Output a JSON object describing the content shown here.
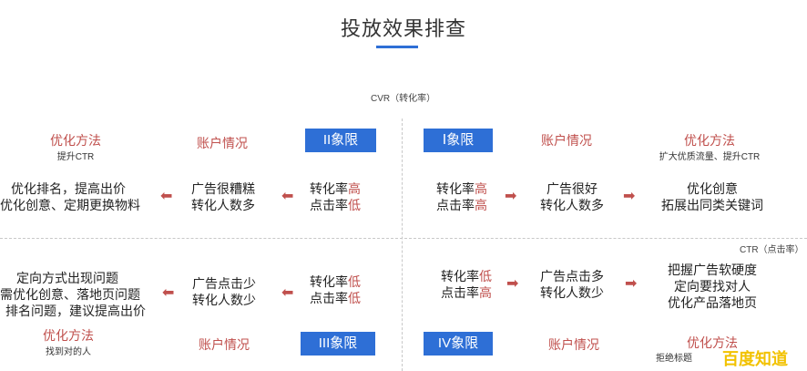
{
  "title": "投放效果排查",
  "axes": {
    "y_label": "CVR（转化率）",
    "x_label": "CTR（点击率）"
  },
  "q2": {
    "method_title": "优化方法",
    "method_sub": "提升CTR",
    "account_title": "账户情况",
    "badge": "II象限",
    "rate1_prefix": "转化率",
    "rate1_level": "高",
    "rate2_prefix": "点击率",
    "rate2_level": "低",
    "account_lines": [
      "广告很糟糕",
      "转化人数多"
    ],
    "method_lines": [
      "优化排名，提高出价",
      "优化创意、定期更换物料"
    ]
  },
  "q1": {
    "badge": "Ⅰ象限",
    "account_title": "账户情况",
    "method_title": "优化方法",
    "method_sub": "扩大优质流量、提升CTR",
    "rate1_prefix": "转化率",
    "rate1_level": "高",
    "rate2_prefix": "点击率",
    "rate2_level": "高",
    "account_lines": [
      "广告很好",
      "转化人数多"
    ],
    "method_lines": [
      "优化创意",
      "拓展出同类关键词"
    ]
  },
  "q3": {
    "method_lines": [
      "定向方式出现问题",
      "需优化创意、落地页问题",
      "排名问题，建议提高出价"
    ],
    "account_lines": [
      "广告点击少",
      "转化人数少"
    ],
    "rate1_prefix": "转化率",
    "rate1_level": "低",
    "rate2_prefix": "点击率",
    "rate2_level": "低",
    "method_title": "优化方法",
    "method_sub": "找到对的人",
    "account_title": "账户情况",
    "badge": "III象限"
  },
  "q4": {
    "rate1_prefix": "转化率",
    "rate1_level": "低",
    "rate2_prefix": "点击率",
    "rate2_level": "高",
    "account_lines": [
      "广告点击多",
      "转化人数少"
    ],
    "method_lines": [
      "把握广告软硬度",
      "定向要找对人",
      "优化产品落地页"
    ],
    "badge": "IV象限",
    "account_title": "账户情况",
    "method_title": "优化方法",
    "method_sub": "拒绝标题"
  },
  "watermark": "百度知道",
  "colors": {
    "accent_blue": "#2e6fd6",
    "accent_red": "#c0504d",
    "watermark": "#f2c200"
  },
  "icons": {
    "arrow_left": "arrow-left-icon",
    "arrow_right": "arrow-right-icon"
  }
}
